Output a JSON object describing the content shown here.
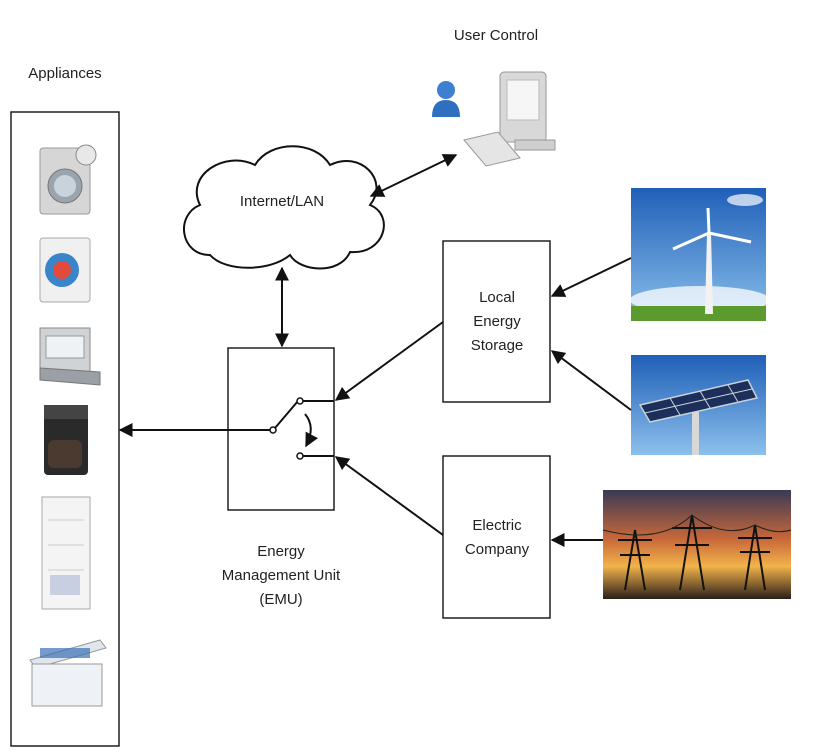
{
  "labels": {
    "user_control": "User Control",
    "appliances": "Appliances",
    "internet": "Internet/LAN",
    "storage": [
      "Local",
      "Energy",
      "Storage"
    ],
    "company": [
      "Electric",
      "Company"
    ],
    "emu": [
      "Energy",
      "Management Unit",
      "(EMU)"
    ]
  },
  "colors": {
    "line": "#111111",
    "sky": "#3f7fcf",
    "grass": "#5b9a2f",
    "sunset": "#d9743a"
  },
  "icons": {
    "user": "user-icon",
    "computer": "computer-icon",
    "washer": "washing-machine-icon",
    "dryer": "dryer-icon",
    "dishwasher": "dishwasher-icon",
    "coffee": "coffee-maker-icon",
    "fridge": "refrigerator-icon",
    "freezer": "chest-freezer-icon",
    "wind": "wind-turbine-image",
    "solar": "solar-panel-image",
    "grid": "power-lines-image"
  }
}
